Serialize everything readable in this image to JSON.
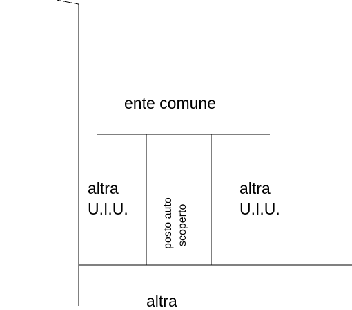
{
  "plan": {
    "common_area": "ente comune",
    "left_unit": {
      "line1": "altra",
      "line2": "U.I.U."
    },
    "parking": {
      "line1": "posto auto",
      "line2": "scoperto"
    },
    "right_unit": {
      "line1": "altra",
      "line2": "U.I.U."
    },
    "bottom_unit": "altra"
  }
}
